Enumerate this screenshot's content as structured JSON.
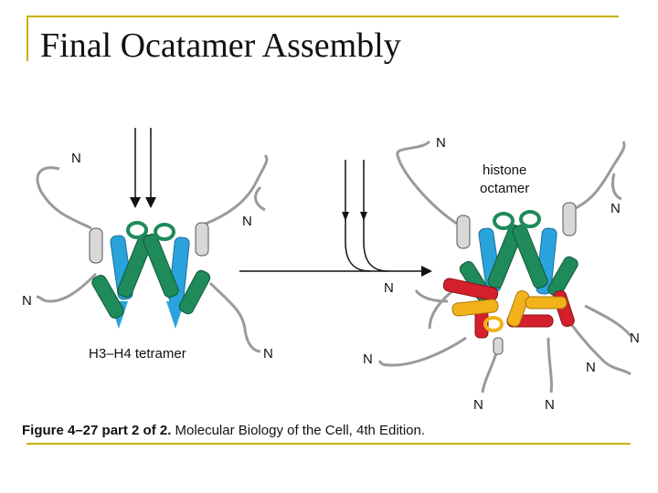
{
  "slide": {
    "title": "Final Ocatamer Assembly"
  },
  "figure": {
    "caption_prefix": "Figure 4–27 part 2 of 2.",
    "caption_rest": " Molecular Biology of the Cell, 4th Edition.",
    "tetramer_label": "H3–H4 tetramer",
    "octamer_label_line1": "histone",
    "octamer_label_line2": "octamer",
    "n_terminus": "N"
  },
  "colors": {
    "frame": "#c8b000",
    "h3_green": "#1f8a5a",
    "h4_blue": "#2aa3dc",
    "h2a_red": "#d3202c",
    "h2b_yellow": "#f2b21b",
    "tail_gray": "#9a9a9a"
  }
}
